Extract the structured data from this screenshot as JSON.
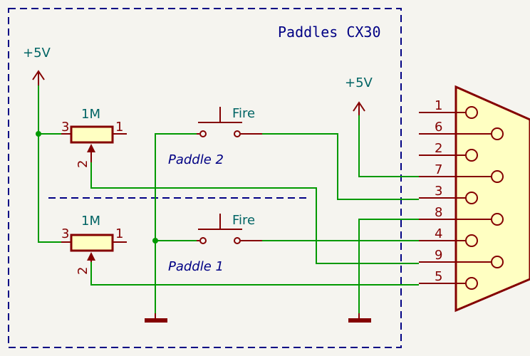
{
  "title": "Paddles CX30",
  "power": {
    "top_left": "+5V",
    "connector": "+5V"
  },
  "pots": [
    {
      "value": "1M",
      "pin_a": "3",
      "pin_b": "1",
      "wiper": "2"
    },
    {
      "value": "1M",
      "pin_a": "3",
      "pin_b": "1",
      "wiper": "2"
    }
  ],
  "switches": [
    {
      "label": "Fire",
      "caption": "Paddle 2"
    },
    {
      "label": "Fire",
      "caption": "Paddle 1"
    }
  ],
  "connector_pins": [
    "1",
    "6",
    "2",
    "7",
    "3",
    "8",
    "4",
    "9",
    "5"
  ],
  "colors": {
    "wire": "#009900",
    "component": "#840000",
    "text_net": "#006464",
    "text_label": "#000084",
    "connector_fill": "#ffffc2",
    "background": "#f5f4ef"
  }
}
